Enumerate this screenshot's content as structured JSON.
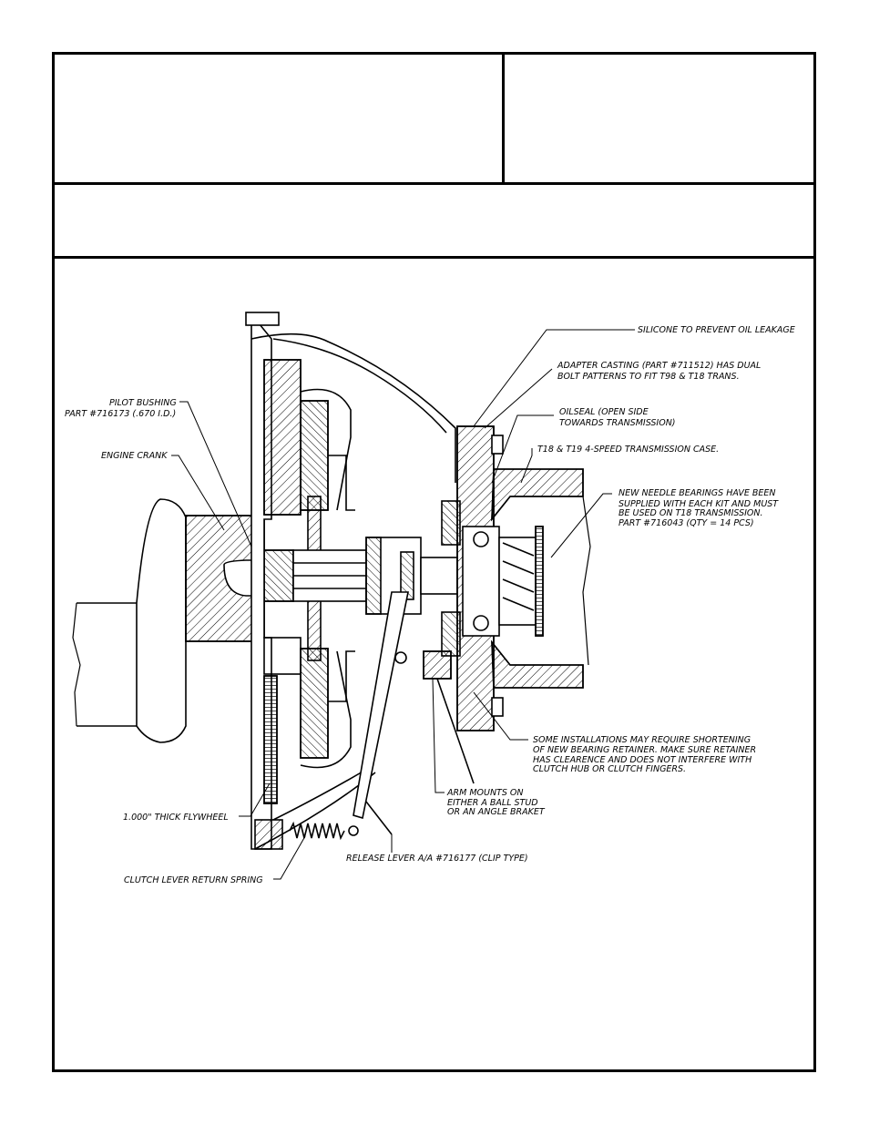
{
  "labels": {
    "silicone": "SILICONE TO PREVENT OIL LEAKAGE",
    "adapter_1": "ADAPTER CASTING (PART #711512) HAS DUAL",
    "adapter_2": "BOLT PATTERNS TO FIT T98 & T18 TRANS.",
    "oilseal_1": "OILSEAL (OPEN SIDE",
    "oilseal_2": "TOWARDS TRANSMISSION)",
    "case": "T18 & T19 4-SPEED TRANSMISSION CASE.",
    "needle_1": "NEW NEEDLE BEARINGS HAVE BEEN",
    "needle_2": "SUPPLIED WITH EACH KIT AND MUST",
    "needle_3": "BE USED ON T18 TRANSMISSION.",
    "needle_4": "PART #716043 (QTY = 14 PCS)",
    "pilot_1": "PILOT BUSHING",
    "pilot_2": "PART #716173 (.670 I.D.)",
    "crank": "ENGINE CRANK",
    "some_1": "SOME INSTALLATIONS MAY REQUIRE SHORTENING",
    "some_2": "OF NEW BEARING RETAINER. MAKE SURE RETAINER",
    "some_3": "HAS CLEARENCE AND DOES NOT INTERFERE WITH",
    "some_4": "CLUTCH HUB OR CLUTCH FINGERS.",
    "arm_1": "ARM MOUNTS ON",
    "arm_2": "EITHER A BALL STUD",
    "arm_3": "OR AN ANGLE BRAKET",
    "flywheel": "1.000\" THICK FLYWHEEL",
    "release": "RELEASE LEVER A/A #716177 (CLIP TYPE)",
    "spring": "CLUTCH LEVER RETURN SPRING"
  }
}
